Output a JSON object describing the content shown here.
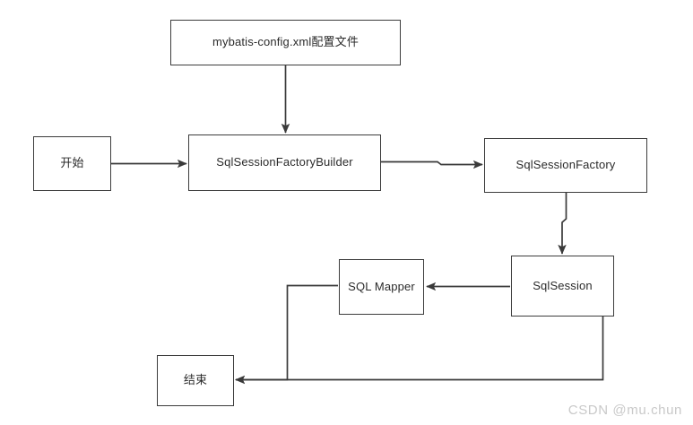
{
  "diagram": {
    "title": "MyBatis execution flow",
    "type": "flowchart",
    "background_color": "#ffffff",
    "node_border_color": "#3c3c3c",
    "edge_color": "#3a3a3a",
    "text_color": "#2b2b2b",
    "nodes": [
      {
        "id": "config",
        "label": "mybatis-config.xml配置文件"
      },
      {
        "id": "start",
        "label": "开始"
      },
      {
        "id": "builder",
        "label": "SqlSessionFactoryBuilder"
      },
      {
        "id": "factory",
        "label": "SqlSessionFactory"
      },
      {
        "id": "mapper",
        "label": "SQL Mapper"
      },
      {
        "id": "sqlsession",
        "label": "SqlSession"
      },
      {
        "id": "end",
        "label": "结束"
      }
    ],
    "edges": [
      {
        "id": "e1",
        "from": "config",
        "to": "builder",
        "label": "",
        "arrow": "down"
      },
      {
        "id": "e2",
        "from": "start",
        "to": "builder",
        "label": "",
        "arrow": "right"
      },
      {
        "id": "e3",
        "from": "builder",
        "to": "factory",
        "label": "",
        "arrow": "right"
      },
      {
        "id": "e4",
        "from": "factory",
        "to": "sqlsession",
        "label": "",
        "arrow": "down"
      },
      {
        "id": "e5",
        "from": "sqlsession",
        "to": "mapper",
        "label": "",
        "arrow": "left"
      },
      {
        "id": "e6",
        "from": "mapper",
        "to": "end",
        "label": "",
        "arrow": "left"
      },
      {
        "id": "e7",
        "from": "sqlsession",
        "to": "end",
        "label": "",
        "arrow": "left"
      }
    ]
  },
  "watermark": {
    "text": "CSDN @mu.chun",
    "color": "#c9c9c9"
  }
}
